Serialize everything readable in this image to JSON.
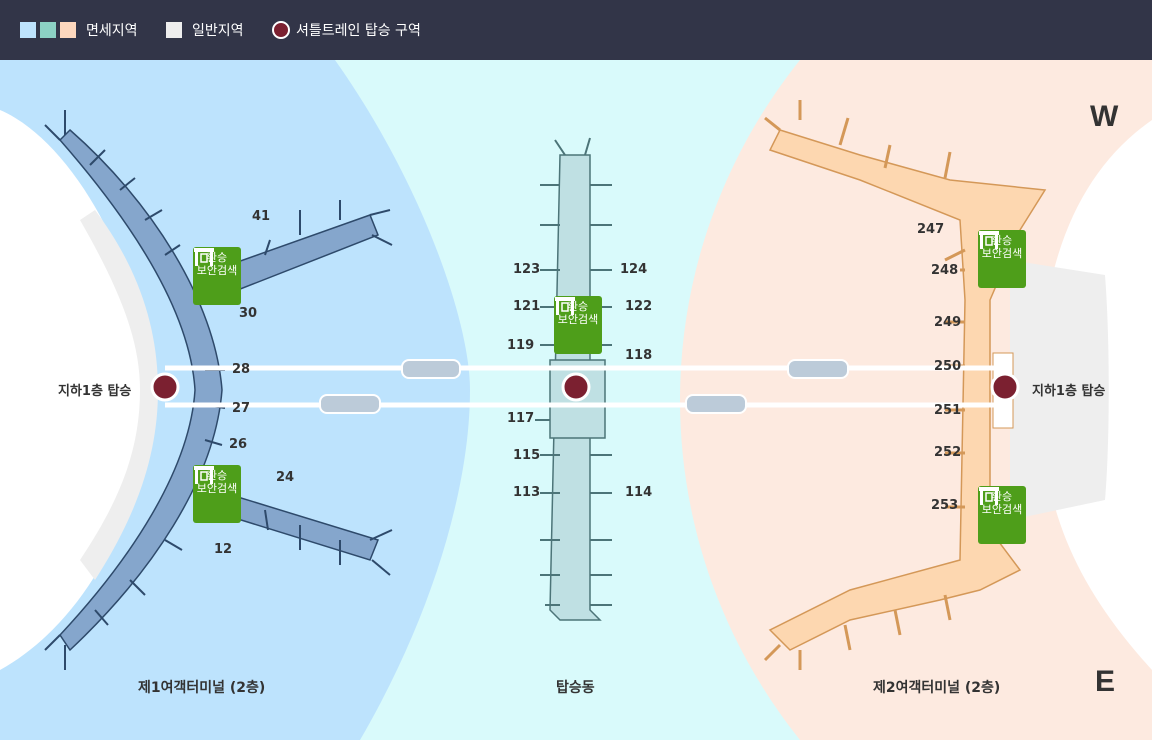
{
  "legend": {
    "airside_label": "면세지역",
    "landside_label": "일반지역",
    "shuttle_label": "셔틀트레인 탑승 구역",
    "colors": {
      "airside_t1": "#bde3fd",
      "airside_concourse": "#8cd1c4",
      "airside_t2": "#fdd7bd",
      "landside": "#eeeeee",
      "shuttle_station": "#7b2030",
      "header_bg": "#323548"
    }
  },
  "map": {
    "compass": {
      "north_label": "W",
      "south_label": "E"
    },
    "terminal1": {
      "caption": "제1여객터미널 (2층)",
      "station_label": "지하1층 탑승"
    },
    "concourse": {
      "caption": "탑승동"
    },
    "terminal2": {
      "caption": "제2여객터미널 (2층)",
      "station_label": "지하1층 탑승"
    },
    "security_label": {
      "line1": "환승",
      "line2": "보안검색"
    },
    "gates": {
      "t1": [
        "41",
        "30",
        "28",
        "27",
        "26",
        "24",
        "12"
      ],
      "concourse_left": [
        "123",
        "121",
        "119",
        "117",
        "115",
        "113"
      ],
      "concourse_right": [
        "124",
        "122",
        "118",
        "114"
      ],
      "t2": [
        "247",
        "248",
        "249",
        "250",
        "251",
        "252",
        "253"
      ]
    },
    "icons": {
      "security": "security-gate-icon",
      "shuttle": "shuttle-train-icon",
      "station": "shuttle-station-icon"
    }
  }
}
